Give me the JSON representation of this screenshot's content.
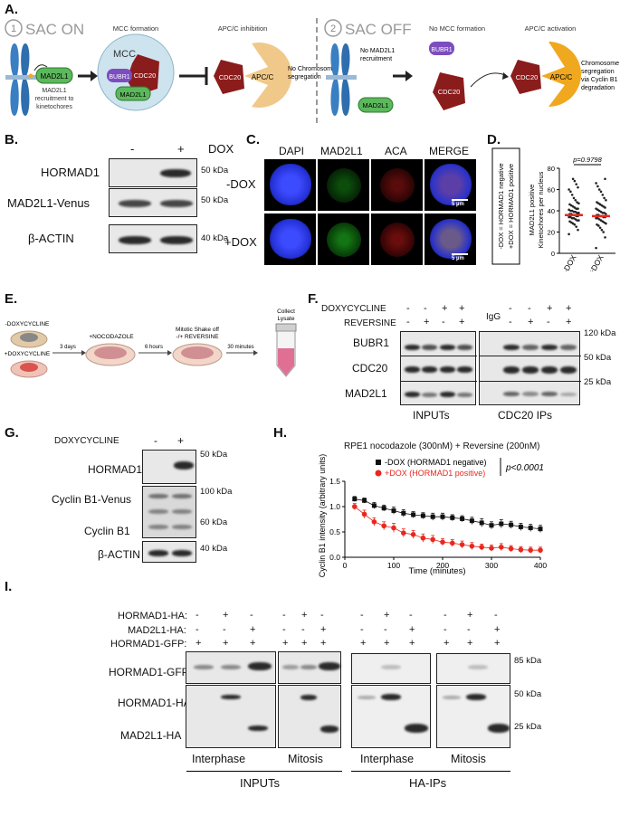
{
  "panelA": {
    "label": "A.",
    "on_num": "1",
    "on_title": "SAC ON",
    "off_num": "2",
    "off_title": "SAC OFF",
    "mad2l1": "MAD2L1",
    "on_recruit": "MAD2L1\nrecruitment to\nkinetochores",
    "mcc_formation": "MCC formation",
    "mcc": "MCC",
    "bubr1": "BUBR1",
    "cdc20": "CDC20",
    "apcc_inhibition": "APC/C inhibition",
    "apcc": "APC/C",
    "no_segregation": "No Chromosomal\nsegregation",
    "off_no_recruit": "No MAD2L1\nrecruitment",
    "no_mcc": "No MCC formation",
    "apcc_activation": "APC/C activation",
    "segregation": "Chromosome\nsegregation\nvia Cyclin B1\ndegradation"
  },
  "panelB": {
    "label": "B.",
    "lanes": [
      "-",
      "+"
    ],
    "treatment": "DOX",
    "rows": [
      "HORMAD1",
      "MAD2L1-Venus",
      "β-ACTIN"
    ],
    "markers": [
      "50 kDa",
      "50 kDa",
      "40 kDa"
    ]
  },
  "panelC": {
    "label": "C.",
    "columns": [
      "DAPI",
      "MAD2L1",
      "ACA",
      "MERGE"
    ],
    "rows": [
      "-DOX",
      "+DOX"
    ],
    "scale": "5 µm"
  },
  "panelD": {
    "label": "D.",
    "legend": "-DOX = HORMAD1 negative\n+DOX = HORMAD1 positive",
    "pvalue": "p=0.9798",
    "ylabel": "MAD2L1 positive\nKinetochores per nucleus",
    "categories": [
      "-DOX",
      "+DOX"
    ]
  },
  "panelE": {
    "label": "E.",
    "minus_dox": "-DOXYCYCLINE",
    "plus_dox": "+DOXYCYCLINE",
    "step1": "3 days",
    "noco": "+NOCODAZOLE",
    "step2": "6 hours",
    "shake": "Mitotic Shake off\n-/+ REVERSINE",
    "step3": "30 minutes",
    "collect": "Collect\nLysate"
  },
  "panelF": {
    "label": "F.",
    "dox_row_label": "DOXYCYCLINE",
    "rev_row_label": "REVERSINE",
    "dox_signs": [
      "-",
      "-",
      "+",
      "+"
    ],
    "rev_signs": [
      "-",
      "+",
      "-",
      "+"
    ],
    "igg": "IgG",
    "rows": [
      "BUBR1",
      "CDC20",
      "MAD2L1"
    ],
    "markers": [
      "120 kDa",
      "50 kDa",
      "25 kDa"
    ],
    "inputs": "INPUTs",
    "ips": "CDC20 IPs"
  },
  "panelG": {
    "label": "G.",
    "treatment": "DOXYCYCLINE",
    "lanes": [
      "-",
      "+"
    ],
    "rows": [
      "HORMAD1",
      "Cyclin B1-Venus",
      "Cyclin B1",
      "β-ACTIN"
    ],
    "markers": [
      "50 kDa",
      "100 kDa",
      "60 kDa",
      "40 kDa"
    ]
  },
  "panelH": {
    "label": "H.",
    "title": "RPE1 nocodazole (300nM) + Reversine (200nM)",
    "legend_neg": "-DOX (HORMAD1 negative)",
    "legend_pos": "+DOX (HORMAD1 positive)",
    "pvalue": "p<0.0001",
    "xlabel": "Time (minutes)",
    "ylabel": "Cyclin B1 intensity (arbitrary units)",
    "neg_color": "#111111",
    "pos_color": "#e8281e"
  },
  "panelI": {
    "label": "I.",
    "row_labels": [
      "HORMAD1-HA:",
      "MAD2L1-HA:",
      "HORMAD1-GFP:"
    ],
    "signs_r1": [
      "-",
      "+",
      "-"
    ],
    "signs_r2": [
      "-",
      "-",
      "+"
    ],
    "signs_r3": [
      "+",
      "+",
      "+"
    ],
    "rows": [
      "HORMAD1-GFP",
      "HORMAD1-HA",
      "MAD2L1-HA"
    ],
    "markers": [
      "85 kDa",
      "50 kDa",
      "25 kDa"
    ],
    "interphase": "Interphase",
    "mitosis": "Mitosis",
    "inputs": "INPUTs",
    "ips": "HA-IPs"
  },
  "chart_data": [
    {
      "type": "scatter",
      "panel": "D",
      "categories": [
        "-DOX",
        "+DOX"
      ],
      "ylim": [
        0,
        80
      ],
      "yticks": [
        0,
        20,
        40,
        60,
        80
      ],
      "ylabel": "MAD2L1 positive\nKinetochores per nucleus",
      "means": [
        36,
        35
      ],
      "annotation": "p=0.9798",
      "points": [
        [
          18,
          22,
          25,
          27,
          28,
          29,
          30,
          31,
          31,
          32,
          33,
          33,
          34,
          34,
          35,
          35,
          36,
          36,
          37,
          37,
          38,
          38,
          39,
          39,
          40,
          40,
          41,
          42,
          42,
          43,
          44,
          45,
          46,
          47,
          48,
          50,
          52,
          55,
          58,
          60,
          62,
          65,
          68,
          70
        ],
        [
          5,
          15,
          20,
          22,
          24,
          26,
          27,
          28,
          29,
          30,
          31,
          32,
          33,
          33,
          34,
          34,
          35,
          35,
          36,
          36,
          37,
          38,
          38,
          39,
          40,
          41,
          42,
          43,
          44,
          45,
          46,
          47,
          48,
          50,
          52,
          55,
          58,
          60,
          63,
          66,
          70
        ]
      ]
    },
    {
      "type": "line",
      "panel": "H",
      "title": "RPE1 nocodazole (300nM) + Reversine (200nM)",
      "xlabel": "Time (minutes)",
      "ylabel": "Cyclin B1 intensity (arbitrary units)",
      "xlim": [
        0,
        400
      ],
      "ylim": [
        0,
        1.5
      ],
      "xticks": [
        0,
        100,
        200,
        300,
        400
      ],
      "yticks": [
        0.0,
        0.5,
        1.0,
        1.5
      ],
      "x": [
        20,
        40,
        60,
        80,
        100,
        120,
        140,
        160,
        180,
        200,
        220,
        240,
        260,
        280,
        300,
        320,
        340,
        360,
        380,
        400
      ],
      "series": [
        {
          "name": "-DOX (HORMAD1 negative)",
          "values": [
            1.15,
            1.12,
            1.02,
            0.97,
            0.92,
            0.87,
            0.84,
            0.82,
            0.8,
            0.8,
            0.78,
            0.76,
            0.72,
            0.68,
            0.63,
            0.66,
            0.64,
            0.6,
            0.58,
            0.56
          ],
          "err": [
            0.05,
            0.05,
            0.06,
            0.06,
            0.07,
            0.07,
            0.06,
            0.06,
            0.07,
            0.07,
            0.06,
            0.06,
            0.07,
            0.08,
            0.07,
            0.08,
            0.07,
            0.07,
            0.07,
            0.07
          ]
        },
        {
          "name": "+DOX (HORMAD1 positive)",
          "values": [
            1.0,
            0.85,
            0.7,
            0.62,
            0.58,
            0.48,
            0.45,
            0.38,
            0.35,
            0.3,
            0.28,
            0.25,
            0.22,
            0.2,
            0.18,
            0.2,
            0.17,
            0.15,
            0.14,
            0.14
          ],
          "err": [
            0.06,
            0.08,
            0.08,
            0.08,
            0.09,
            0.08,
            0.08,
            0.08,
            0.08,
            0.07,
            0.07,
            0.07,
            0.07,
            0.06,
            0.06,
            0.07,
            0.06,
            0.06,
            0.06,
            0.06
          ]
        }
      ],
      "annotation": "p<0.0001"
    }
  ]
}
